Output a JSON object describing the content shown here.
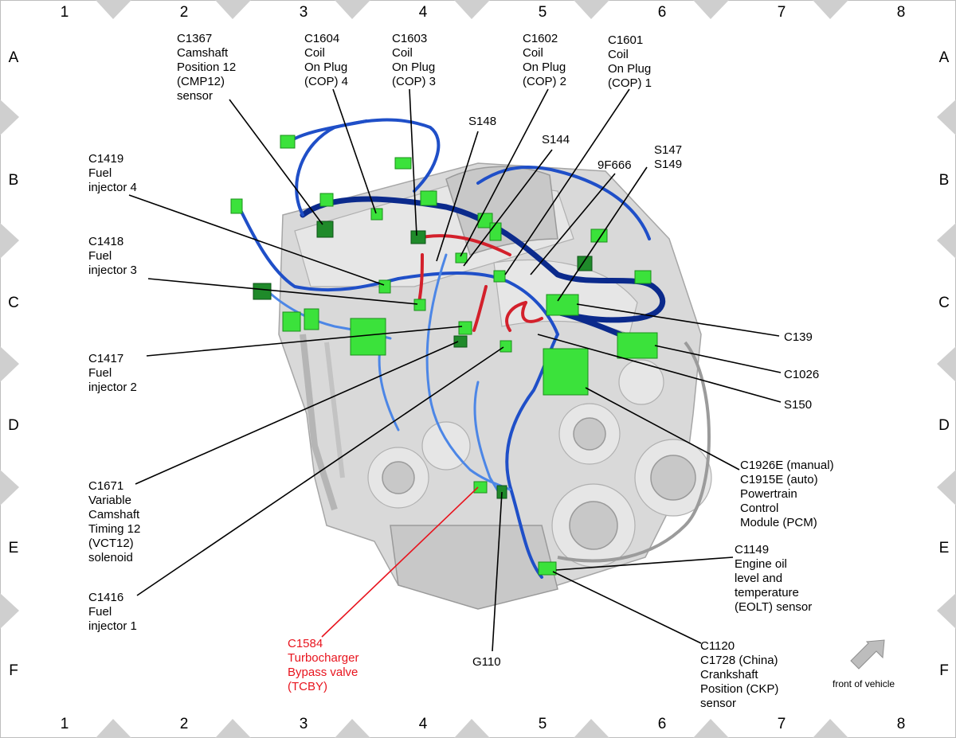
{
  "grid": {
    "columns": [
      "1",
      "2",
      "3",
      "4",
      "5",
      "6",
      "7",
      "8"
    ],
    "rows": [
      "A",
      "B",
      "C",
      "D",
      "E",
      "F"
    ]
  },
  "labels": {
    "c1367": [
      "C1367",
      "Camshaft",
      "Position 12",
      "(CMP12)",
      "sensor"
    ],
    "c1604": [
      "C1604",
      "Coil",
      "On Plug",
      "(COP) 4"
    ],
    "c1603": [
      "C1603",
      "Coil",
      "On Plug",
      "(COP) 3"
    ],
    "c1602": [
      "C1602",
      "Coil",
      "On Plug",
      "(COP) 2"
    ],
    "c1601": [
      "C1601",
      "Coil",
      "On Plug",
      "(COP) 1"
    ],
    "s148": [
      "S148"
    ],
    "s144": [
      "S144"
    ],
    "f9f666": [
      "9F666"
    ],
    "s147": [
      "S147",
      "S149"
    ],
    "c1419": [
      "C1419",
      "Fuel",
      "injector 4"
    ],
    "c1418": [
      "C1418",
      "Fuel",
      "injector 3"
    ],
    "c1417": [
      "C1417",
      "Fuel",
      "injector 2"
    ],
    "c1671": [
      "C1671",
      "Variable",
      "Camshaft",
      "Timing 12",
      "(VCT12)",
      "solenoid"
    ],
    "c1416": [
      "C1416",
      "Fuel",
      "injector 1"
    ],
    "c1584": [
      "C1584",
      "Turbocharger",
      "Bypass valve",
      "(TCBY)"
    ],
    "g110": [
      "G110"
    ],
    "c139": [
      "C139"
    ],
    "c1026": [
      "C1026"
    ],
    "s150": [
      "S150"
    ],
    "c1926": [
      "C1926E (manual)",
      "C1915E (auto)",
      "Powertrain",
      "Control",
      "Module (PCM)"
    ],
    "c1149": [
      "C1149",
      "Engine oil",
      "level and",
      "temperature",
      "(EOLT) sensor"
    ],
    "c1120": [
      "C1120",
      "C1728 (China)",
      "Crankshaft",
      "Position (CKP)",
      "sensor"
    ]
  },
  "front_of_vehicle": "front of vehicle",
  "colors": {
    "highlight_label": "#e8141e",
    "harness_dark": "#0b2a8c",
    "harness_light": "#4c86e6",
    "connector": "#3be23b",
    "engine": "#d9d9d9"
  }
}
